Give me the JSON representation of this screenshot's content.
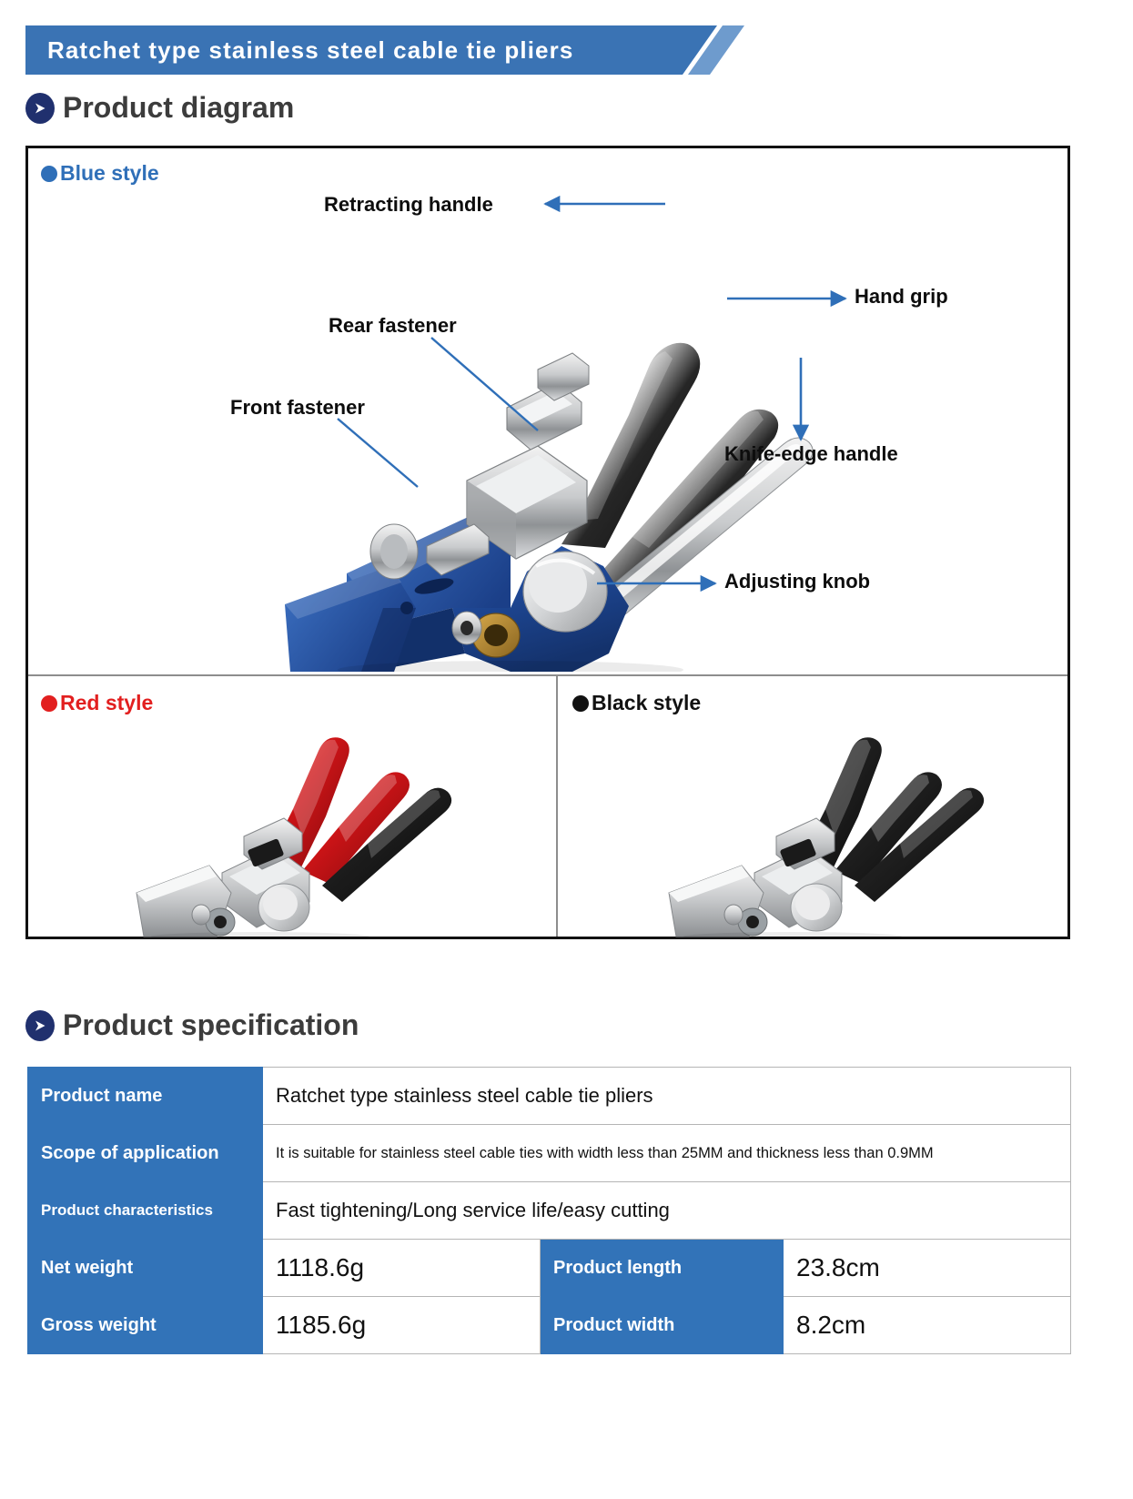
{
  "banner": {
    "title": "Ratchet type stainless steel cable tie pliers"
  },
  "sections": {
    "diagram_heading": "Product diagram",
    "spec_heading": "Product specification"
  },
  "diagram": {
    "panels": [
      {
        "label": "Blue style",
        "color": "#2f6fb8"
      },
      {
        "label": "Red style",
        "color": "#e21f1f"
      },
      {
        "label": "Black style",
        "color": "#111111"
      }
    ],
    "callouts": [
      {
        "label": "Retracting handle"
      },
      {
        "label": "Rear fastener"
      },
      {
        "label": "Front fastener"
      },
      {
        "label": "Hand grip"
      },
      {
        "label": "Knife-edge handle"
      },
      {
        "label": "Adjusting knob"
      }
    ],
    "arrow_color": "#2f6fb8"
  },
  "spec": {
    "rows": [
      {
        "key": "Product name",
        "value": "Ratchet type stainless steel cable tie pliers"
      },
      {
        "key": "Scope of application",
        "value": "It is suitable for stainless steel cable ties with width less than 25MM and thickness less than 0.9MM"
      },
      {
        "key": "Product characteristics",
        "value": "Fast tightening/Long service life/easy cutting"
      }
    ],
    "split_rows": [
      {
        "key1": "Net weight",
        "value1": "1118.6g",
        "key2": "Product length",
        "value2": "23.8cm"
      },
      {
        "key1": "Gross weight",
        "value1": "1185.6g",
        "key2": "Product width",
        "value2": "8.2cm"
      }
    ]
  },
  "colors": {
    "banner_blue": "#3a73b4",
    "banner_accent": "#6e9bcd",
    "table_header_blue": "#3273b8",
    "badge_navy": "#20306e"
  }
}
